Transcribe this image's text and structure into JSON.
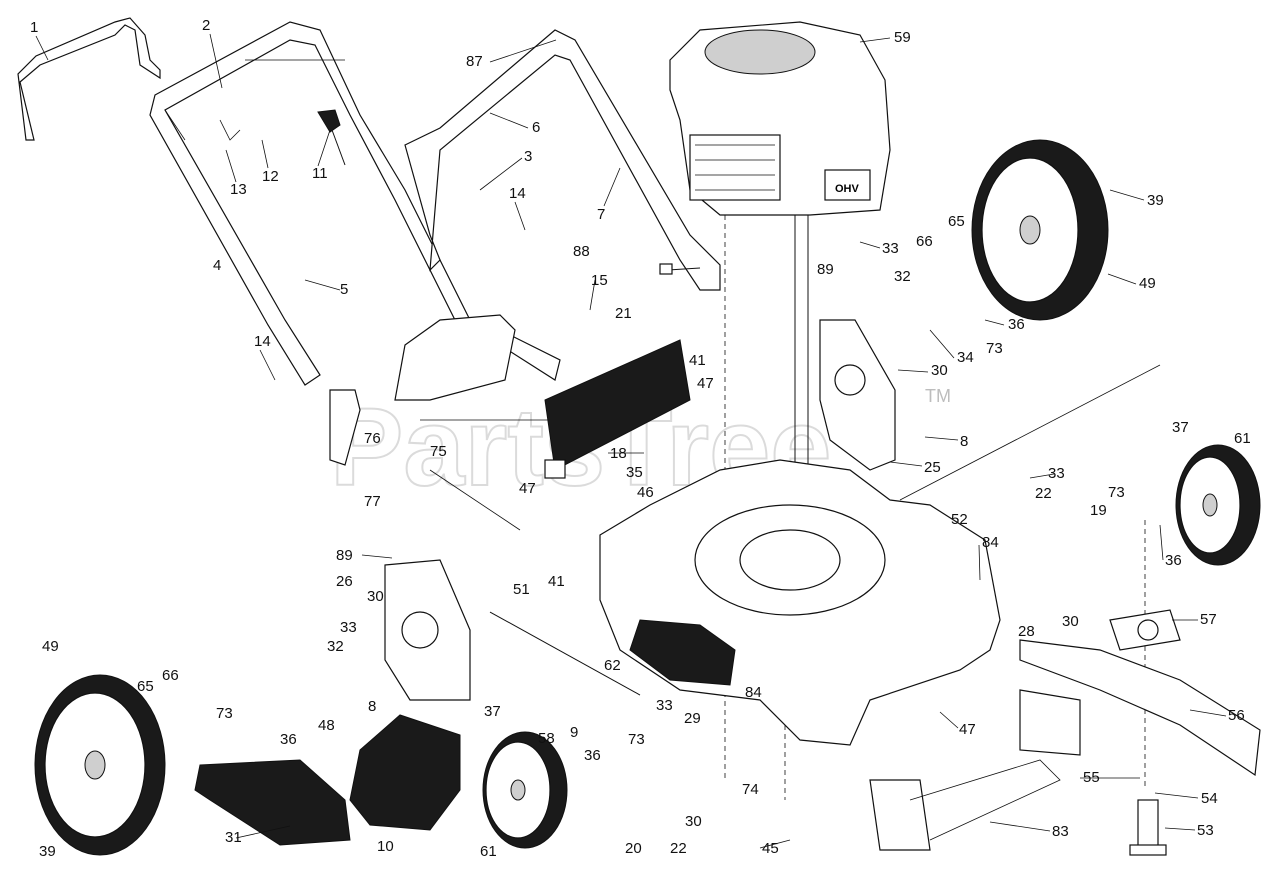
{
  "watermark": {
    "text": "PartsTree",
    "tm": "TM"
  },
  "labels": [
    {
      "id": "1",
      "text": "1"
    },
    {
      "id": "2",
      "text": "2"
    },
    {
      "id": "87",
      "text": "87"
    },
    {
      "id": "59",
      "text": "59"
    },
    {
      "id": "6",
      "text": "6"
    },
    {
      "id": "3",
      "text": "3"
    },
    {
      "id": "12",
      "text": "12"
    },
    {
      "id": "13",
      "text": "13"
    },
    {
      "id": "11",
      "text": "11"
    },
    {
      "id": "7",
      "text": "7"
    },
    {
      "id": "14a",
      "text": "14"
    },
    {
      "id": "39a",
      "text": "39"
    },
    {
      "id": "33a",
      "text": "33"
    },
    {
      "id": "66a",
      "text": "66"
    },
    {
      "id": "65a",
      "text": "65"
    },
    {
      "id": "88",
      "text": "88"
    },
    {
      "id": "4",
      "text": "4"
    },
    {
      "id": "5",
      "text": "5"
    },
    {
      "id": "15",
      "text": "15"
    },
    {
      "id": "32a",
      "text": "32"
    },
    {
      "id": "89a",
      "text": "89"
    },
    {
      "id": "49a",
      "text": "49"
    },
    {
      "id": "21",
      "text": "21"
    },
    {
      "id": "36a",
      "text": "36"
    },
    {
      "id": "73a",
      "text": "73"
    },
    {
      "id": "34",
      "text": "34"
    },
    {
      "id": "14b",
      "text": "14"
    },
    {
      "id": "41a",
      "text": "41"
    },
    {
      "id": "30a",
      "text": "30"
    },
    {
      "id": "47a",
      "text": "47"
    },
    {
      "id": "76",
      "text": "76"
    },
    {
      "id": "8a",
      "text": "8"
    },
    {
      "id": "75",
      "text": "75"
    },
    {
      "id": "18",
      "text": "18"
    },
    {
      "id": "25",
      "text": "25"
    },
    {
      "id": "37a",
      "text": "37"
    },
    {
      "id": "61a",
      "text": "61"
    },
    {
      "id": "35",
      "text": "35"
    },
    {
      "id": "47b",
      "text": "47"
    },
    {
      "id": "46",
      "text": "46"
    },
    {
      "id": "33b",
      "text": "33"
    },
    {
      "id": "77",
      "text": "77"
    },
    {
      "id": "22a",
      "text": "22"
    },
    {
      "id": "73b",
      "text": "73"
    },
    {
      "id": "52",
      "text": "52"
    },
    {
      "id": "19",
      "text": "19"
    },
    {
      "id": "36b",
      "text": "36"
    },
    {
      "id": "89b",
      "text": "89"
    },
    {
      "id": "84a",
      "text": "84"
    },
    {
      "id": "26",
      "text": "26"
    },
    {
      "id": "41b",
      "text": "41"
    },
    {
      "id": "51",
      "text": "51"
    },
    {
      "id": "30b",
      "text": "30"
    },
    {
      "id": "33c",
      "text": "33"
    },
    {
      "id": "57",
      "text": "57"
    },
    {
      "id": "28",
      "text": "28"
    },
    {
      "id": "30c",
      "text": "30"
    },
    {
      "id": "32b",
      "text": "32"
    },
    {
      "id": "49b",
      "text": "49"
    },
    {
      "id": "66b",
      "text": "66"
    },
    {
      "id": "65b",
      "text": "65"
    },
    {
      "id": "62",
      "text": "62"
    },
    {
      "id": "73c",
      "text": "73"
    },
    {
      "id": "48",
      "text": "48"
    },
    {
      "id": "8b",
      "text": "8"
    },
    {
      "id": "84b",
      "text": "84"
    },
    {
      "id": "37b",
      "text": "37"
    },
    {
      "id": "33d",
      "text": "33"
    },
    {
      "id": "56",
      "text": "56"
    },
    {
      "id": "9",
      "text": "9"
    },
    {
      "id": "29",
      "text": "29"
    },
    {
      "id": "47c",
      "text": "47"
    },
    {
      "id": "36c",
      "text": "36"
    },
    {
      "id": "58",
      "text": "58"
    },
    {
      "id": "36d",
      "text": "36"
    },
    {
      "id": "73d",
      "text": "73"
    },
    {
      "id": "74",
      "text": "74"
    },
    {
      "id": "55",
      "text": "55"
    },
    {
      "id": "54",
      "text": "54"
    },
    {
      "id": "30d",
      "text": "30"
    },
    {
      "id": "31",
      "text": "31"
    },
    {
      "id": "10",
      "text": "10"
    },
    {
      "id": "39b",
      "text": "39"
    },
    {
      "id": "61b",
      "text": "61"
    },
    {
      "id": "20",
      "text": "20"
    },
    {
      "id": "22b",
      "text": "22"
    },
    {
      "id": "45",
      "text": "45"
    },
    {
      "id": "83",
      "text": "83"
    },
    {
      "id": "53",
      "text": "53"
    }
  ]
}
